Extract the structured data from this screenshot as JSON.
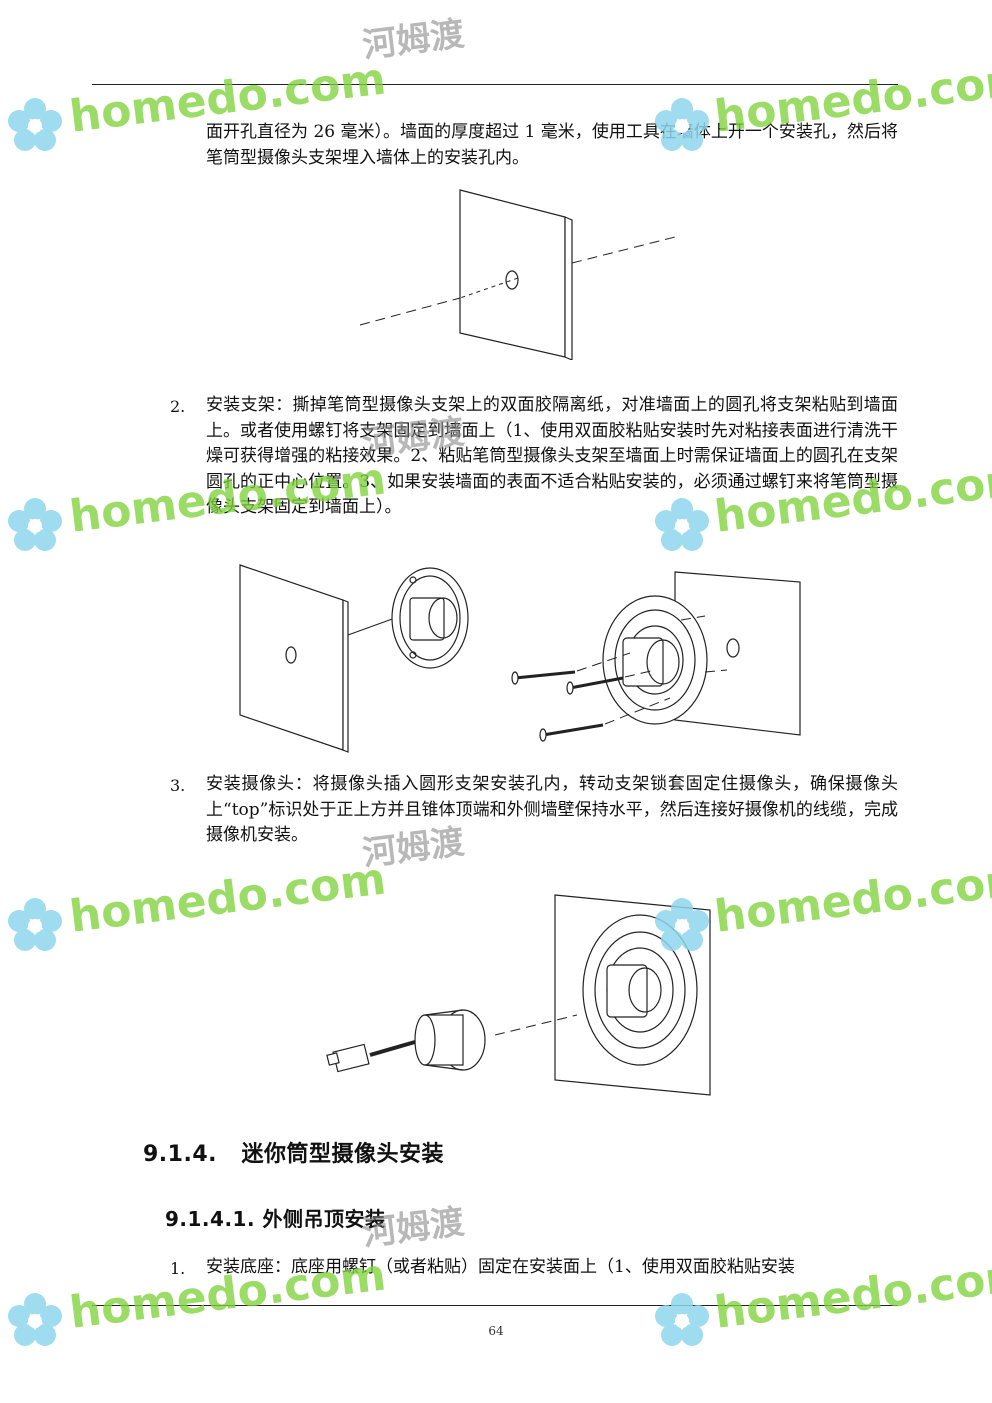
{
  "watermark": {
    "flower_icon": "flower-icon",
    "brand": "homedo",
    "domain_suffix": ".com",
    "chinese": "河姆渡",
    "color": "#7fd33c"
  },
  "intro_text": "面开孔直径为 26 毫米）。墙面的厚度超过 1 毫米，使用工具在墙体上开一个安装孔，然后将笔筒型摄像头支架埋入墙体上的安装孔内。",
  "steps": [
    {
      "number": "2.",
      "text": "安装支架：撕掉笔筒型摄像头支架上的双面胶隔离纸，对准墙面上的圆孔将支架粘贴到墙面上。或者使用螺钉将支架固定到墙面上（1、使用双面胶粘贴安装时先对粘接表面进行清洗干燥可获得增强的粘接效果。2、粘贴笔筒型摄像头支架至墙面上时需保证墙面上的圆孔在支架圆孔的正中心位置。3、如果安装墙面的表面不适合粘贴安装的，必须通过螺钉来将笔筒型摄像头支架固定到墙面上）。"
    },
    {
      "number": "3.",
      "text": "安装摄像头：将摄像头插入圆形支架安装孔内，转动支架锁套固定住摄像头，确保摄像头上“top”标识处于正上方并且锥体顶端和外侧墙壁保持水平，然后连接好摄像机的线缆，完成摄像机安装。"
    }
  ],
  "section_heading": "9.1.4.   迷你筒型摄像头安装",
  "subsection_heading": "9.1.4.1. 外侧吊顶安装",
  "step_bottom": {
    "number": "1.",
    "text": "安装底座：底座用螺钉（或者粘贴）固定在安装面上（1、使用双面胶粘贴安装"
  },
  "page_number": "64"
}
